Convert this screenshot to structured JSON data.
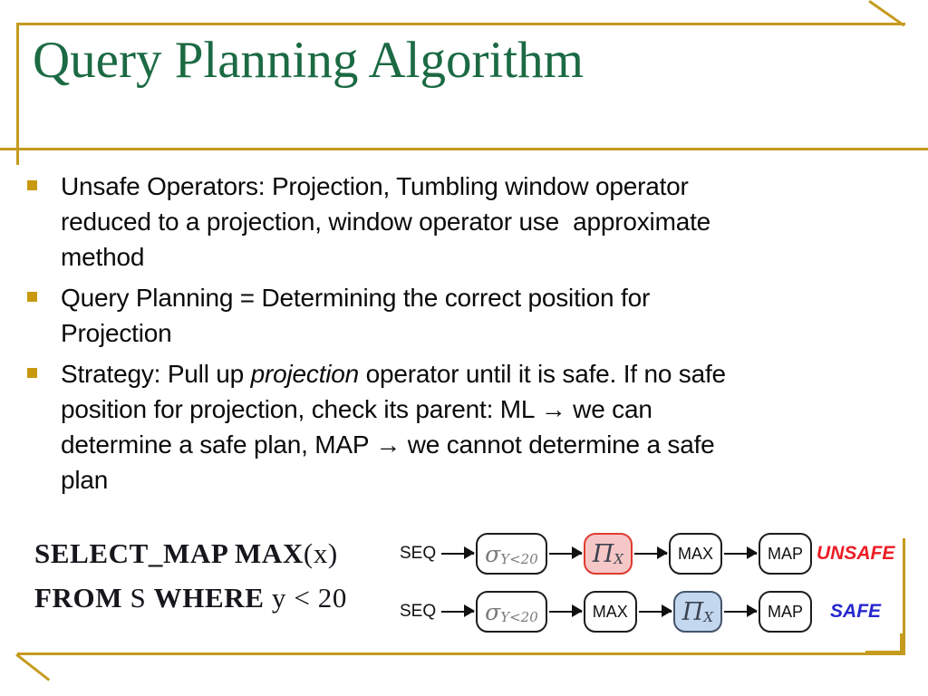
{
  "slide": {
    "title": "Query Planning Algorithm",
    "colors": {
      "title_green": "#1B6A43",
      "frame_gold": "#C59B1E",
      "bullet_gold": "#C8990F",
      "unsafe_red": "#EC1C24",
      "safe_blue": "#2727CF",
      "pi_pink_fill": "#F6C7C7",
      "pi_pink_border": "#E03A2F",
      "pi_blue_fill": "#C3D7EF",
      "pi_blue_border": "#44546A"
    },
    "bullets": [
      {
        "segments": [
          {
            "text": "Unsafe Operators: Projection, Tumbling window operator"
          },
          {
            "break": true
          },
          {
            "text": "reduced to a projection, window operator use  approximate"
          },
          {
            "break": true
          },
          {
            "text": "method"
          }
        ]
      },
      {
        "segments": [
          {
            "text": "Query Planning = Determining the correct position for"
          },
          {
            "break": true
          },
          {
            "text": "Projection"
          }
        ]
      },
      {
        "segments": [
          {
            "text": "Strategy: Pull up "
          },
          {
            "text": "projection",
            "italic": true
          },
          {
            "text": " operator until it is safe. If no safe"
          },
          {
            "break": true
          },
          {
            "text": "position for projection, check its parent: ML → we can"
          },
          {
            "break": true
          },
          {
            "text": "determine a safe plan, MAP → we cannot determine a safe"
          },
          {
            "break": true
          },
          {
            "text": "plan"
          }
        ]
      }
    ],
    "code": {
      "lines": [
        [
          {
            "text": "SELECT_MAP MAX",
            "bold": true
          },
          {
            "text": "(x)"
          }
        ],
        [
          {
            "text": "FROM",
            "bold": true
          },
          {
            "text": " S "
          },
          {
            "text": "WHERE",
            "bold": true
          },
          {
            "text": " y < 20"
          }
        ]
      ]
    },
    "flows": [
      {
        "source": "SEQ",
        "nodes": [
          {
            "kind": "sigma",
            "main": "σ",
            "sub": "Y<20"
          },
          {
            "kind": "pi",
            "main": "Π",
            "sub": "X",
            "highlight": "unsafe"
          },
          {
            "kind": "plain",
            "main": "MAX"
          },
          {
            "kind": "plain",
            "main": "MAP"
          }
        ],
        "verdict": "UNSAFE"
      },
      {
        "source": "SEQ",
        "nodes": [
          {
            "kind": "sigma",
            "main": "σ",
            "sub": "Y<20"
          },
          {
            "kind": "plain",
            "main": "MAX"
          },
          {
            "kind": "pi",
            "main": "Π",
            "sub": "X",
            "highlight": "safe"
          },
          {
            "kind": "plain",
            "main": "MAP"
          }
        ],
        "verdict": "SAFE"
      }
    ]
  }
}
